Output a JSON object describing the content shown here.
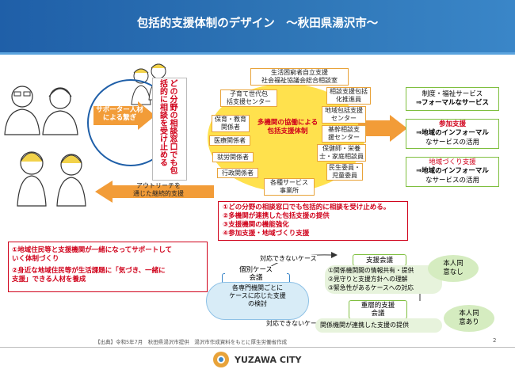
{
  "header": {
    "title": "包括的支援体制のデザイン　～秋田県湯沢市～"
  },
  "left": {
    "supporter_label": "サポーター人材による繋ぎ",
    "outreach_label": "アウトリーチを\n通じた継続的支援"
  },
  "consult": {
    "vertical_text": "どの分野の相談窓口でも包括的に相談を受け止める",
    "center_label": "多機関の協働による\n包括支援体制",
    "boxes": {
      "seikatsu": "生活困窮者自立支援\n社会福祉協議会総合相談室",
      "kosodate": "子育て世代包\n括支援センター",
      "hoiku": "保育・教育\n関係者",
      "iryo": "医療関係者",
      "shuro": "就労関係者",
      "gyosei": "行政関係者",
      "kakugi": "各種サービス\n事業所",
      "sodan_shien": "相談支援包括\n化推進員",
      "chiiki_houkatsu": "地域包括支援\nセンター",
      "kikan_sodan": "基幹相談支\n援センター",
      "hogoshi": "保健師・栄養\n士・家庭相談員",
      "minsei": "民生委員・\n児童委員"
    }
  },
  "right": {
    "r1": {
      "line1": "制度・福祉サービス",
      "line2": "⇒フォーマルなサービス"
    },
    "r2": {
      "line1": "参加支援",
      "line2": "⇒地域のインフォーマル",
      "line3": "なサービスの活用"
    },
    "r3": {
      "line1": "地域づくり支援",
      "line2": "⇒地域のインフォーマル",
      "line3": "なサービスの活用"
    }
  },
  "points": [
    "①どの分野の相談窓口でも包括的に相談を受け止める。",
    "②多機関が連携した包括支援の提供",
    "③支援機関の機能強化",
    "④参加支援・地域づくり支援"
  ],
  "bottom_left": {
    "line1": "①地域住民等と支援機関が一緒になってサポートして",
    "line2": "いく体制づくり",
    "line3": "②身近な地域住民等が生活課題に「気づき、一緒に",
    "line4": "支援」できる人材を養成"
  },
  "flow": {
    "kobetsu_title": "個別ケース\n会議",
    "kobetsu_body": "各専門機関ごとに\nケースに応じた支援\nの検討",
    "shien_title": "支援会議",
    "shien_items": [
      "①関係機関間の情報共有・提供",
      "②見守りと支援方針への理解",
      "③緊急性があるケースへの対応"
    ],
    "jusou_title": "重層的支援\n会議",
    "jusou_body": "関係機関が連携した支援の提供",
    "taiou_top": "対応できないケース",
    "taiou_bottom": "対応できないケース",
    "bubble1": "本人同\n意なし",
    "bubble2": "本人同\n意あり"
  },
  "footer": {
    "source": "【出典】令和5年7月　秋田県湯沢市提供　湯沢市作成資料をもとに厚生労働省作成",
    "page": "2",
    "logo_text": "YUZAWA CITY"
  },
  "colors": {
    "header": "#1f5fa8",
    "accent_red": "#d0021b",
    "orange": "#f29c38",
    "yellow": "#ffe14d",
    "green": "#7fbf3f"
  }
}
